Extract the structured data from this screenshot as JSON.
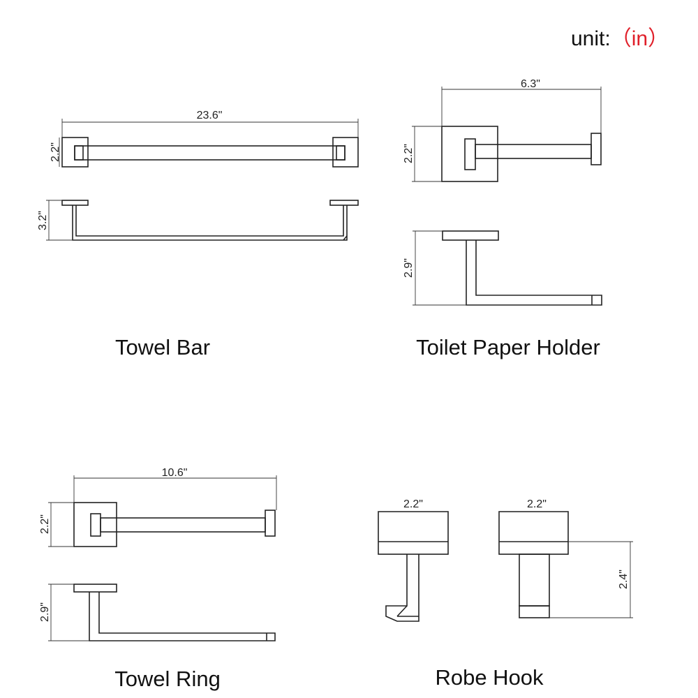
{
  "unit": {
    "label": "unit:",
    "value": "（in）"
  },
  "towel_bar": {
    "caption": "Towel Bar",
    "width_label": "23.6\"",
    "plate_height_label": "2.2\"",
    "depth_label": "3.2\""
  },
  "toilet_paper_holder": {
    "caption": "Toilet Paper Holder",
    "width_label": "6.3\"",
    "plate_height_label": "2.2\"",
    "depth_label": "2.9\""
  },
  "towel_ring": {
    "caption": "Towel Ring",
    "width_label": "10.6\"",
    "plate_height_label": "2.2\"",
    "depth_label": "2.9\""
  },
  "robe_hook": {
    "caption": "Robe Hook",
    "front_width_label": "2.2\"",
    "side_width_label": "2.2\"",
    "height_label": "2.4\""
  }
}
